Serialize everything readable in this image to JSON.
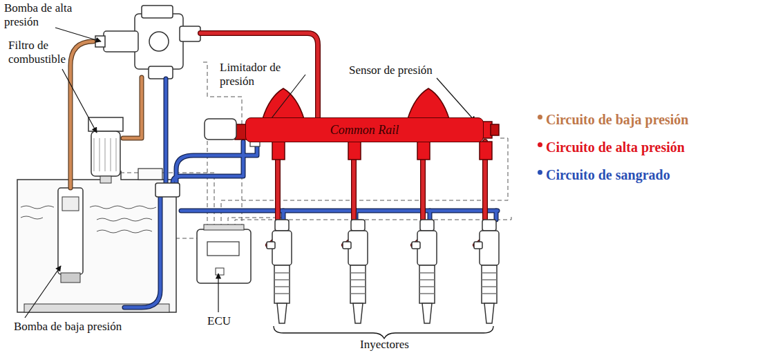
{
  "diagram": {
    "nodes": [
      {
        "text": [
          "Common Rail"
        ]
      }
    ],
    "labels": [
      "Bomba de alta presión",
      "Filtro de combustible",
      "Limitador de presión",
      "Sensor de presión",
      "Bomba de baja presión",
      "ECU",
      "Inyectores"
    ],
    "legend": [
      {
        "text": "Circuito de baja presión",
        "color": "#c0784a"
      },
      {
        "text": "Circuito de alta presión",
        "color": "#e0141e"
      },
      {
        "text": "Circuito de sangrado",
        "color": "#2a4fb5"
      }
    ]
  }
}
